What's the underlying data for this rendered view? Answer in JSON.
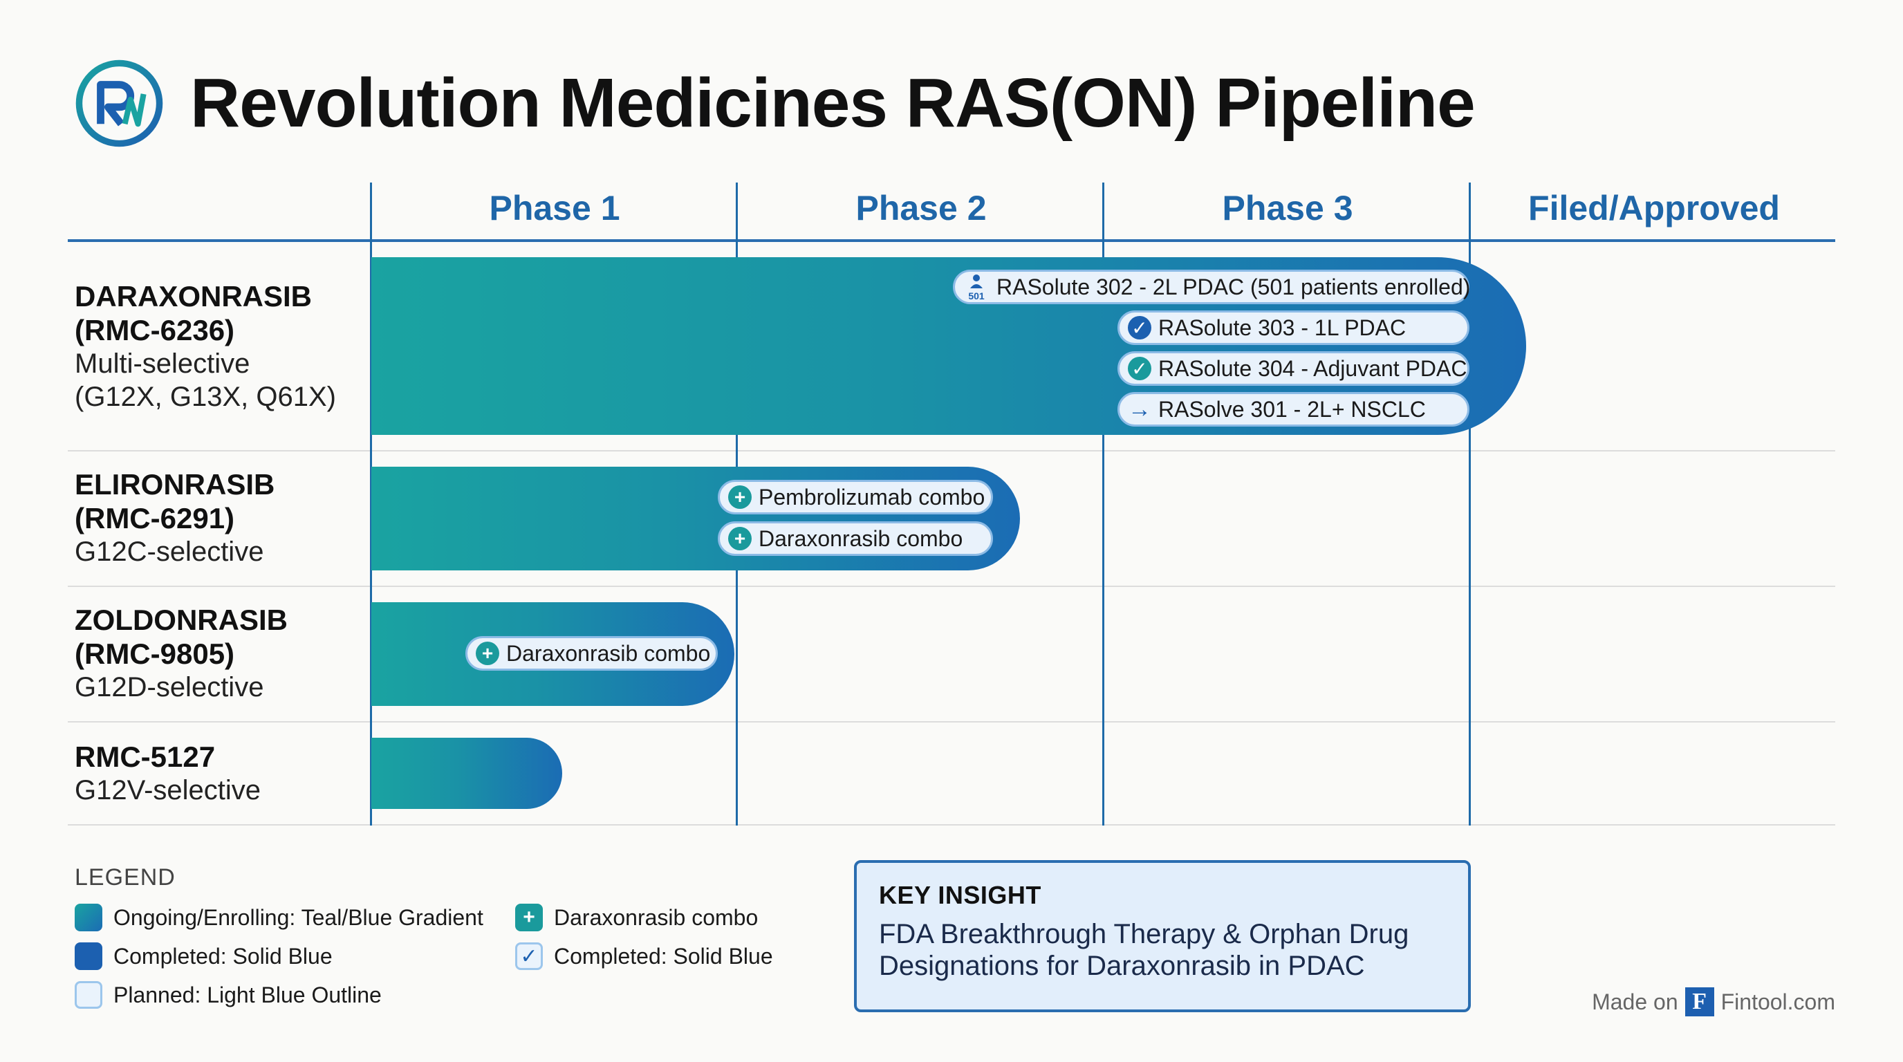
{
  "title": "Revolution Medicines RAS(ON) Pipeline",
  "logo": {
    "icon": "rm-logo-icon",
    "brand_color": "#1c60b0",
    "accent_color": "#1aa3a1"
  },
  "phases": [
    "Phase 1",
    "Phase 2",
    "Phase 3",
    "Filed/Approved"
  ],
  "drugs": [
    {
      "name_line1": "DARAXONRASIB",
      "name_line2": "(RMC-6236)",
      "sub_line1": "Multi-selective",
      "sub_line2": "(G12X, G13X, Q61X)",
      "progress_phases": 3.15,
      "trials": [
        {
          "icon": "patients-icon",
          "icon_label": "501",
          "label": "RASolute 302 - 2L PDAC (501 patients enrolled)"
        },
        {
          "icon": "check-icon",
          "label": "RASolute 303 - 1L PDAC"
        },
        {
          "icon": "check-icon",
          "label": "RASolute 304 - Adjuvant PDAC"
        },
        {
          "icon": "arrow-right-icon",
          "label": "RASolve 301 - 2L+ NSCLC"
        }
      ]
    },
    {
      "name_line1": "ELIRONRASIB",
      "name_line2": "(RMC-6291)",
      "sub_line1": "G12C-selective",
      "progress_phases": 1.77,
      "trials": [
        {
          "icon": "plus-icon",
          "label": "Pembrolizumab combo"
        },
        {
          "icon": "plus-icon",
          "label": "Daraxonrasib combo"
        }
      ]
    },
    {
      "name_line1": "ZOLDONRASIB",
      "name_line2": "(RMC-9805)",
      "sub_line1": "G12D-selective",
      "progress_phases": 0.99,
      "trials": [
        {
          "icon": "plus-icon",
          "label": "Daraxonrasib combo"
        }
      ]
    },
    {
      "name_line1": "RMC-5127",
      "sub_line1": "G12V-selective",
      "progress_phases": 0.52,
      "trials": []
    }
  ],
  "legend": {
    "title": "LEGEND",
    "items": [
      {
        "swatch": "gradient",
        "label": "Ongoing/Enrolling: Teal/Blue Gradient"
      },
      {
        "swatch": "solid",
        "label": "Completed: Solid Blue"
      },
      {
        "swatch": "outline",
        "label": "Planned: Light Blue Outline"
      },
      {
        "swatch": "plus-icon",
        "label": "Daraxonrasib combo"
      },
      {
        "swatch": "check-icon",
        "label": "Completed: Solid Blue"
      }
    ]
  },
  "insight": {
    "title": "KEY INSIGHT",
    "body": "FDA Breakthrough Therapy & Orphan Drug Designations for Daraxonrasib in PDAC"
  },
  "footer": {
    "made_on": "Made on",
    "brand": "Fintool.com",
    "brand_initial": "F"
  }
}
